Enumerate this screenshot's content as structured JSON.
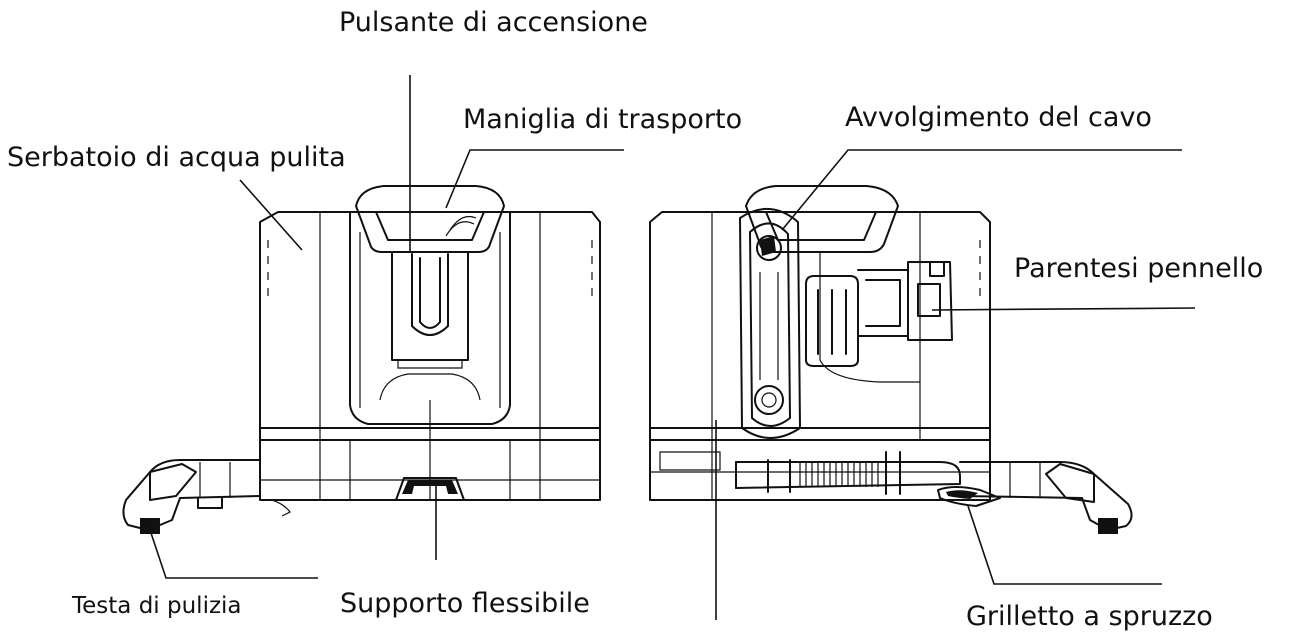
{
  "labels": {
    "power_button": "Pulsante di accensione",
    "carry_handle": "Maniglia di trasporto",
    "clean_water_tank": "Serbatoio di acqua pulita",
    "cable_winding": "Avvolgimento del cavo",
    "brush_bracket": "Parentesi pennello",
    "cleaning_head": "Testa di pulizia",
    "flexible_support": "Supporto flessibile",
    "spray_trigger": "Grilletto a spruzzo"
  }
}
